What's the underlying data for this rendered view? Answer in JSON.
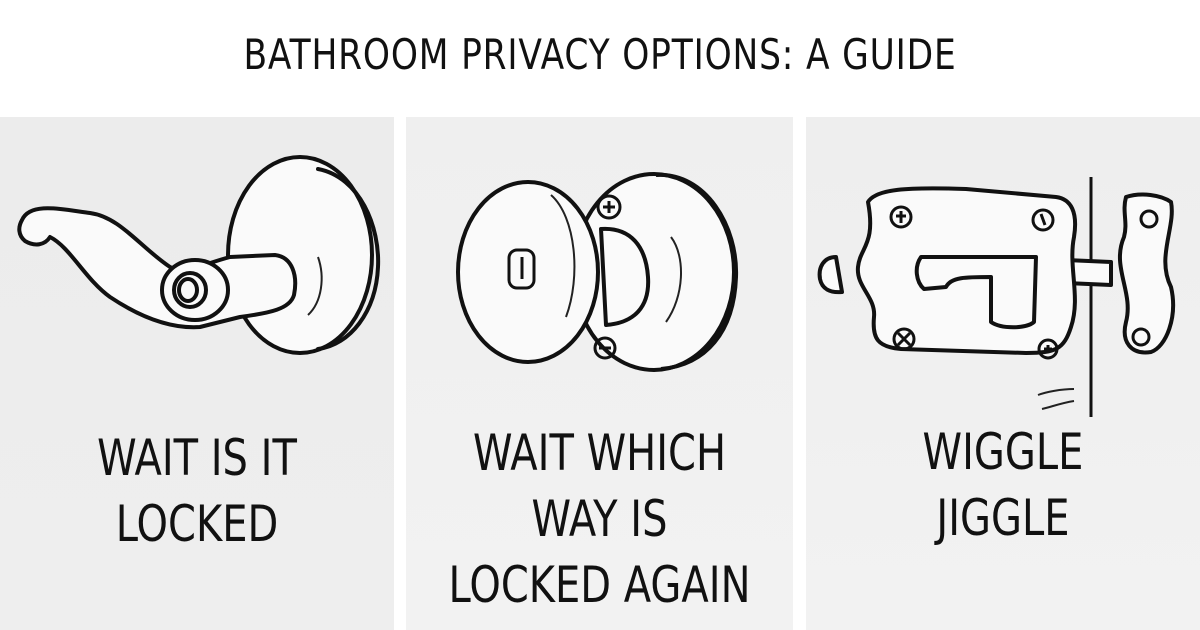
{
  "title": "BATHROOM PRIVACY OPTIONS: A GUIDE",
  "panels": [
    {
      "illustration": "lever-door-handle-icon",
      "caption_lines": [
        "WAIT IS IT",
        "LOCKED"
      ]
    },
    {
      "illustration": "doorknob-with-turn-lock-icon",
      "caption_lines": [
        "WAIT WHICH",
        "WAY IS",
        "LOCKED AGAIN"
      ]
    },
    {
      "illustration": "slide-bolt-latch-icon",
      "caption_lines": [
        "WIGGLE",
        "JIGGLE"
      ]
    }
  ],
  "colors": {
    "background": "#ffffff",
    "panel": "#ededed",
    "ink": "#111111"
  }
}
